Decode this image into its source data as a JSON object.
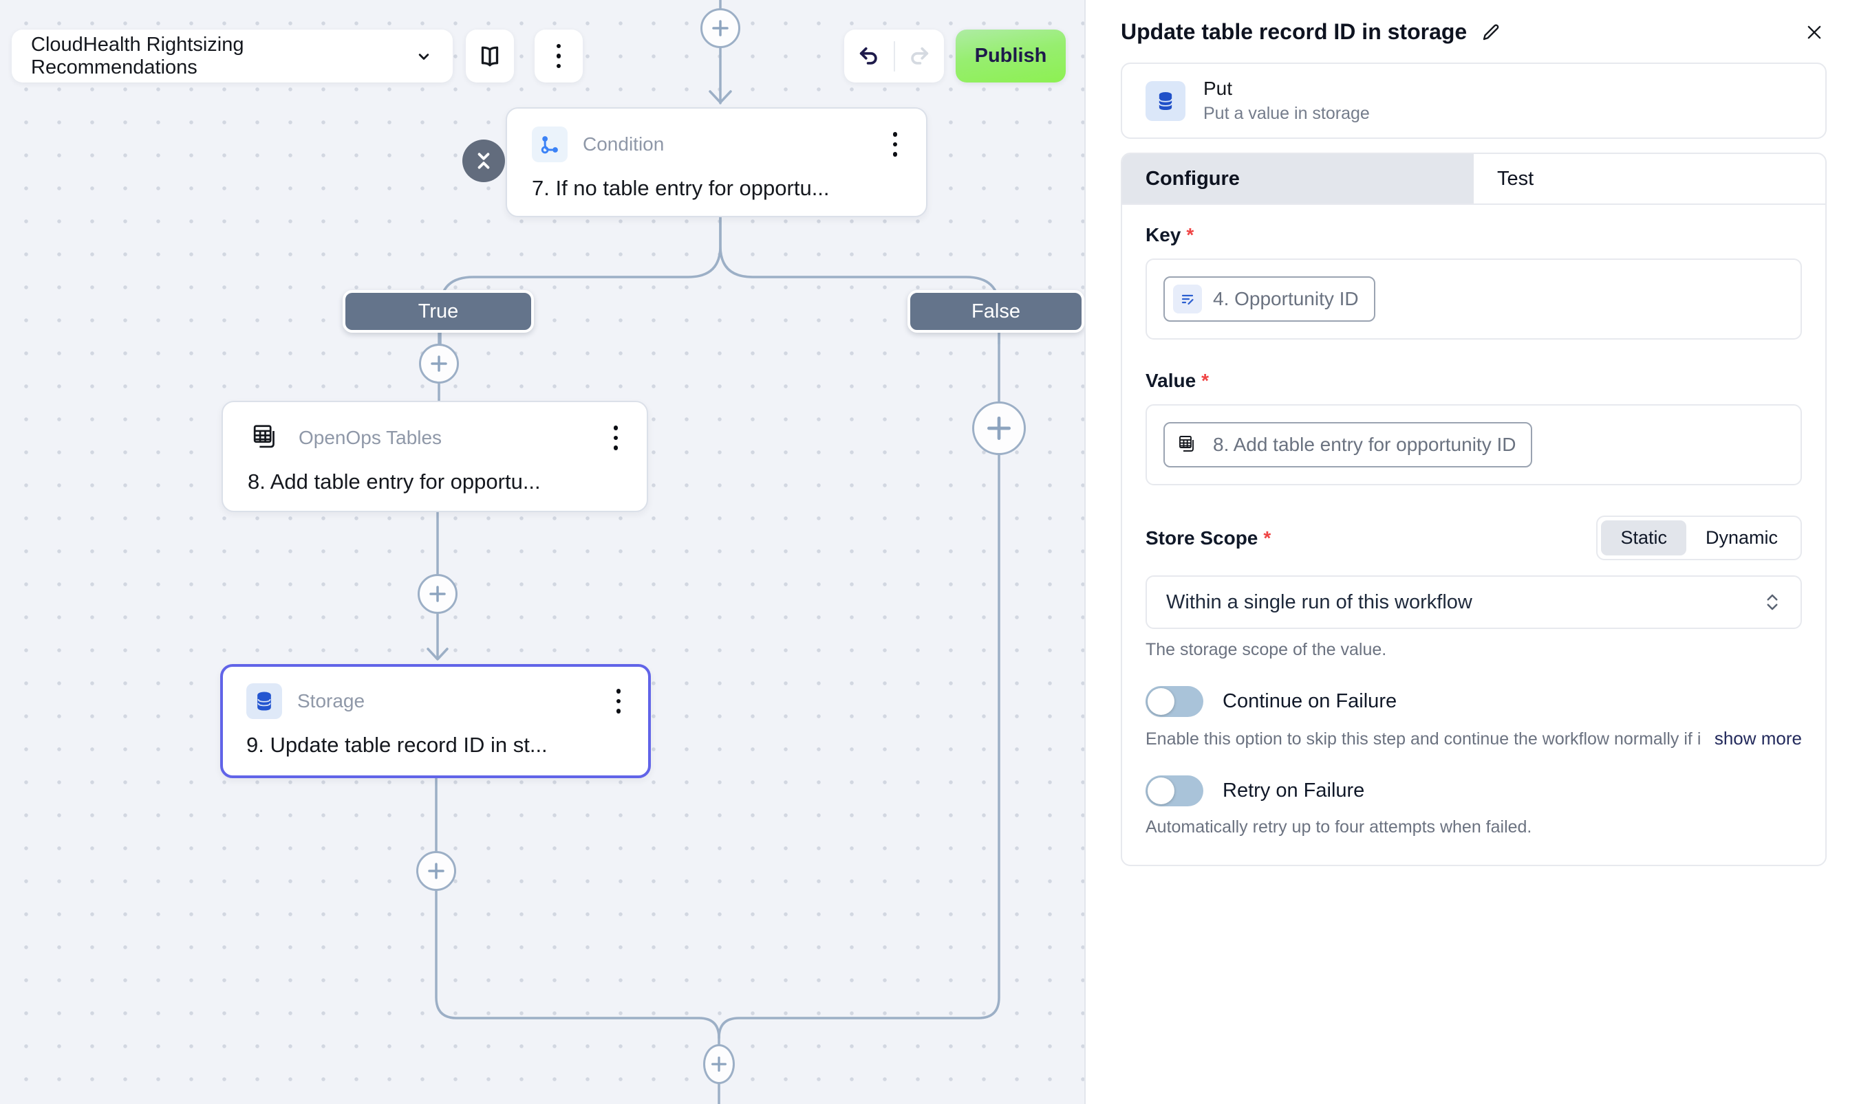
{
  "toolbar": {
    "workflow_name": "CloudHealth Rightsizing Recommendations",
    "publish_label": "Publish"
  },
  "canvas": {
    "branch_labels": {
      "true": "True",
      "false": "False"
    },
    "nodes": {
      "condition": {
        "type_label": "Condition",
        "title": "7. If no table entry for opportu..."
      },
      "tables": {
        "type_label": "OpenOps Tables",
        "title": "8. Add table entry for opportu..."
      },
      "storage": {
        "type_label": "Storage",
        "title": "9. Update table record ID in st..."
      }
    }
  },
  "panel": {
    "title": "Update table record ID in storage",
    "action": {
      "name": "Put",
      "description": "Put a value in storage"
    },
    "tabs": {
      "configure": "Configure",
      "test": "Test"
    },
    "required_marker": "*",
    "fields": {
      "key": {
        "label": "Key",
        "token": "4. Opportunity ID"
      },
      "value": {
        "label": "Value",
        "token": "8. Add table entry for opportunity ID"
      },
      "store_scope": {
        "label": "Store Scope",
        "static_option": "Static",
        "dynamic_option": "Dynamic",
        "selected_value": "Within a single run of this workflow",
        "help": "The storage scope of the value."
      },
      "continue_on_failure": {
        "label": "Continue on Failure",
        "help": "Enable this option to skip this step and continue the workflow normally if it fa...",
        "show_more": "show more"
      },
      "retry_on_failure": {
        "label": "Retry on Failure",
        "help": "Automatically retry up to four attempts when failed."
      }
    }
  },
  "colors": {
    "selected_node_border": "#6164e8",
    "publish_green_top": "#aeeca4",
    "publish_green_bottom": "#8df052",
    "branch_pill": "#64748b",
    "edge_line": "#9cafc6",
    "toggle_off_track": "#a9c3d9",
    "required_red": "#ef4444",
    "storage_icon_blue": "#2456d0",
    "condition_icon_blue": "#3b82f6"
  }
}
